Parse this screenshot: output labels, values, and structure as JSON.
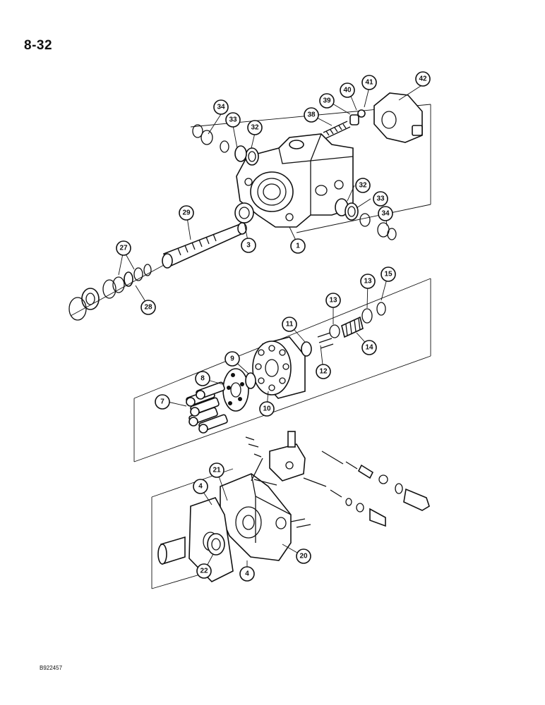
{
  "page": {
    "number": "8-32",
    "drawing_code": "B922457"
  },
  "callouts": [
    {
      "label": "34"
    },
    {
      "label": "33"
    },
    {
      "label": "32"
    },
    {
      "label": "38"
    },
    {
      "label": "39"
    },
    {
      "label": "40"
    },
    {
      "label": "41"
    },
    {
      "label": "42"
    },
    {
      "label": "32"
    },
    {
      "label": "33"
    },
    {
      "label": "34"
    },
    {
      "label": "29"
    },
    {
      "label": "3"
    },
    {
      "label": "1"
    },
    {
      "label": "27"
    },
    {
      "label": "28"
    },
    {
      "label": "15"
    },
    {
      "label": "13"
    },
    {
      "label": "13"
    },
    {
      "label": "11"
    },
    {
      "label": "14"
    },
    {
      "label": "12"
    },
    {
      "label": "9"
    },
    {
      "label": "8"
    },
    {
      "label": "7"
    },
    {
      "label": "10"
    },
    {
      "label": "21"
    },
    {
      "label": "4"
    },
    {
      "label": "20"
    },
    {
      "label": "4"
    },
    {
      "label": "22"
    }
  ]
}
